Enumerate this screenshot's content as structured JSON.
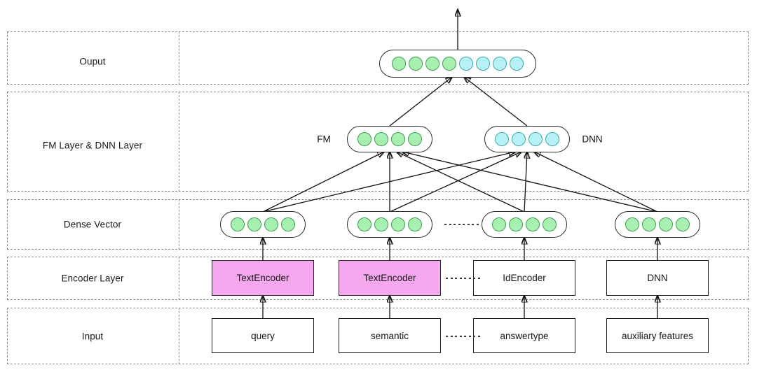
{
  "diagram": {
    "title_present": false,
    "rows": [
      {
        "id": "output",
        "label": "Ouput"
      },
      {
        "id": "fm_dnn",
        "label": "FM Layer & DNN Layer"
      },
      {
        "id": "dense",
        "label": "Dense Vector"
      },
      {
        "id": "encoder",
        "label": "Encoder Layer"
      },
      {
        "id": "input",
        "label": "Input"
      }
    ],
    "output_layer": {
      "nodes": [
        "green",
        "green",
        "green",
        "green",
        "cyan",
        "cyan",
        "cyan",
        "cyan"
      ],
      "green_count": 4,
      "cyan_count": 4
    },
    "fm_layer": {
      "side_label": "FM",
      "nodes": [
        "green",
        "green",
        "green",
        "green"
      ]
    },
    "dnn_layer": {
      "side_label": "DNN",
      "nodes": [
        "cyan",
        "cyan",
        "cyan",
        "cyan"
      ]
    },
    "dense_vectors": [
      {
        "nodes": [
          "green",
          "green",
          "green",
          "green"
        ]
      },
      {
        "nodes": [
          "green",
          "green",
          "green",
          "green"
        ]
      },
      {
        "nodes": [
          "green",
          "green",
          "green",
          "green"
        ]
      },
      {
        "nodes": [
          "green",
          "green",
          "green",
          "green"
        ]
      }
    ],
    "encoders": [
      {
        "label": "TextEncoder",
        "style": "pink"
      },
      {
        "label": "TextEncoder",
        "style": "pink"
      },
      {
        "label": "IdEncoder",
        "style": "plain"
      },
      {
        "label": "DNN",
        "style": "plain"
      }
    ],
    "inputs": [
      {
        "label": "query"
      },
      {
        "label": "semantic"
      },
      {
        "label": "answertype"
      },
      {
        "label": "auxiliary features"
      }
    ],
    "ellipsis_dots": 8,
    "colors": {
      "green_fill": "#a6f0b0",
      "green_stroke": "#3f9e4d",
      "cyan_fill": "#b6f2f4",
      "cyan_stroke": "#39aab4",
      "pink_fill": "#f6a8ee",
      "box_stroke": "#1c1c1c",
      "band_stroke": "#8a8a8a",
      "wire_stroke": "#111111"
    }
  }
}
